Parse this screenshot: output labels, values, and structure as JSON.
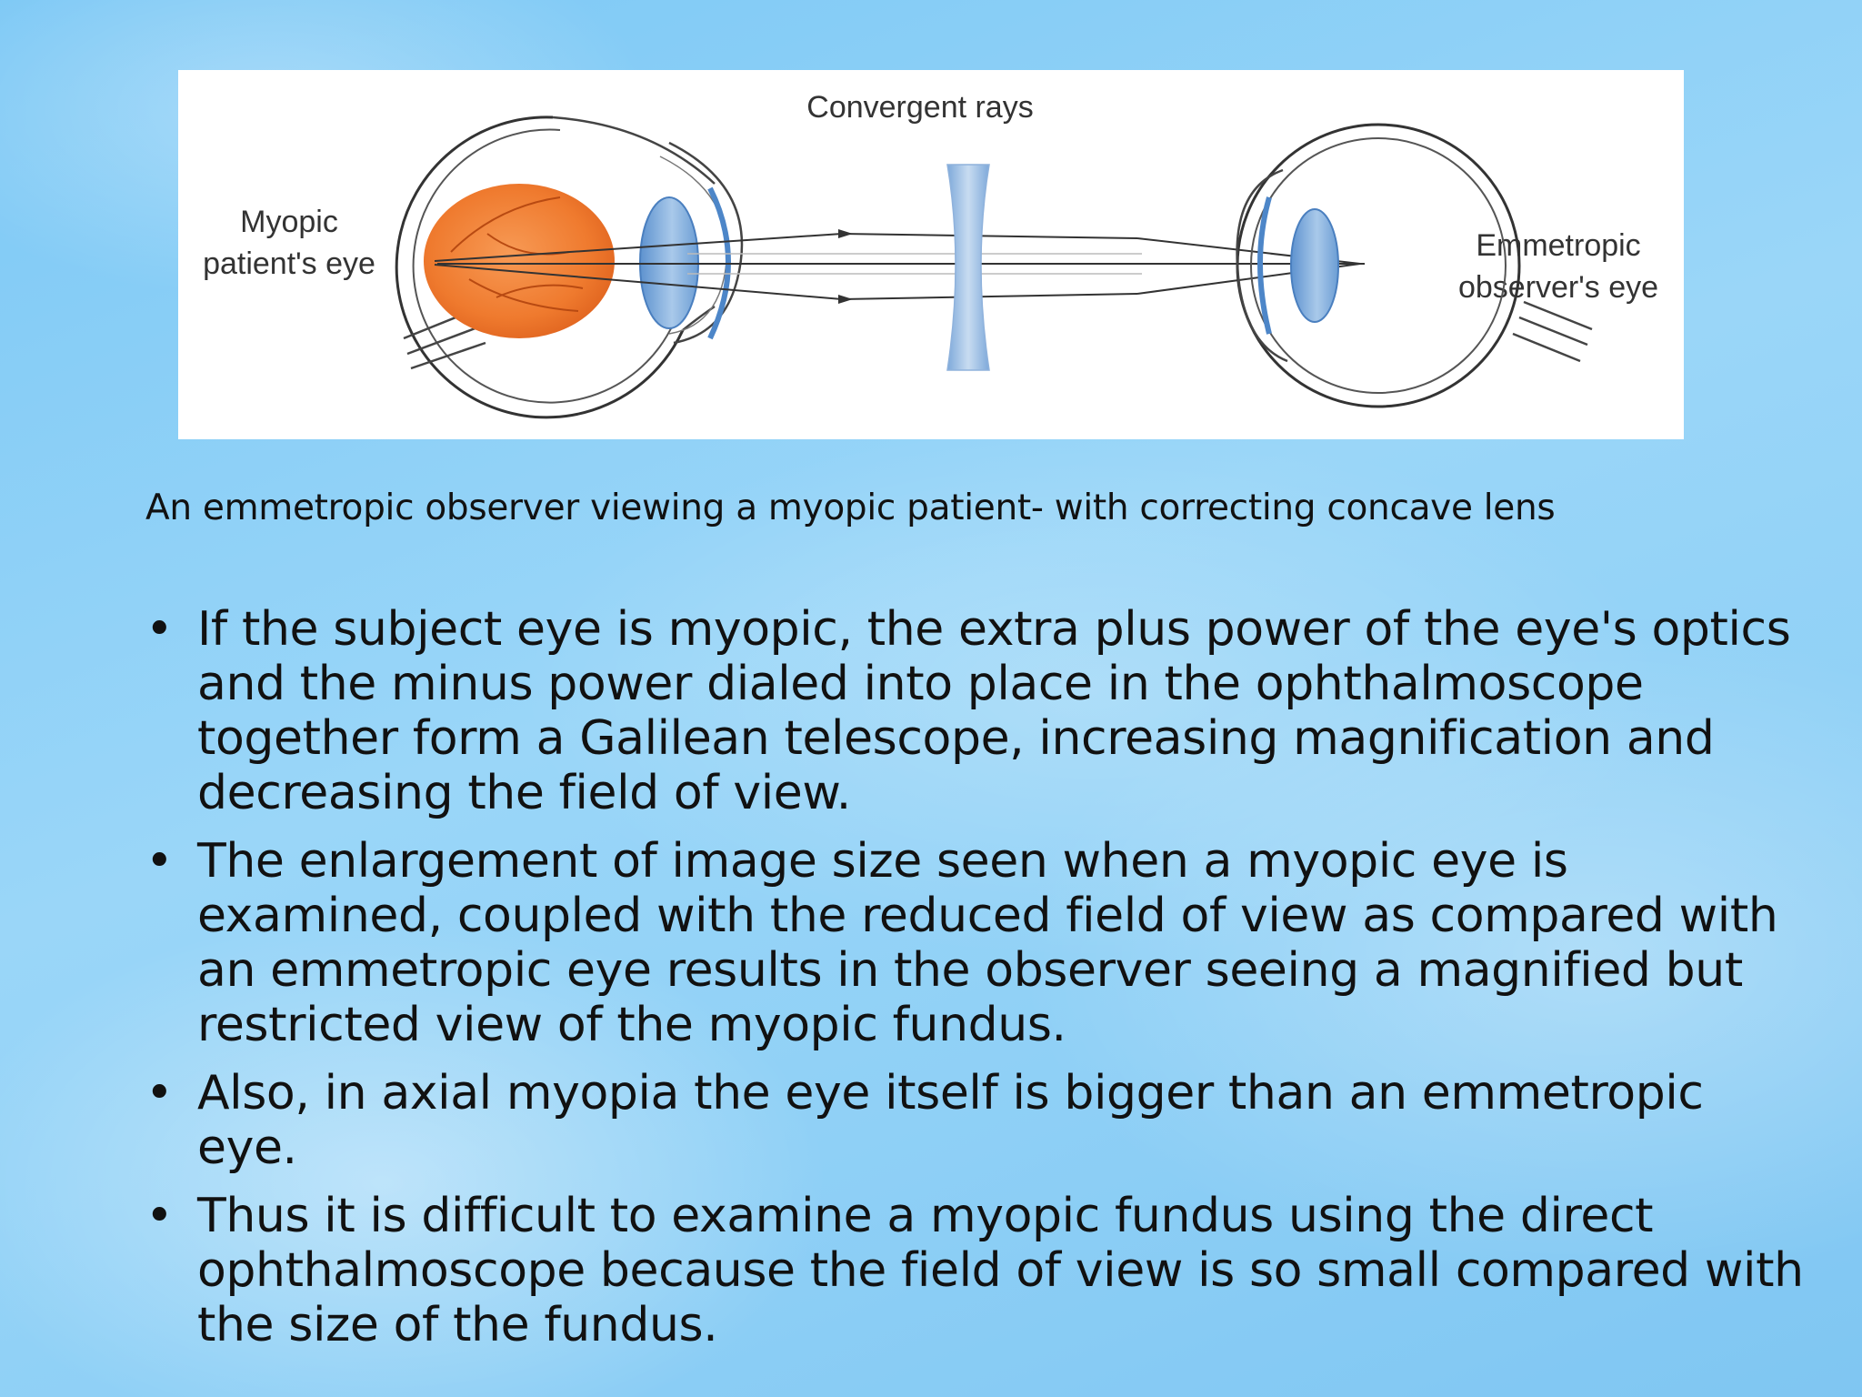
{
  "figure": {
    "top_label": "Convergent rays",
    "left_label_line1": "Myopic",
    "left_label_line2": "patient's eye",
    "right_label_line1": "Emmetropic",
    "right_label_line2": "observer's eye"
  },
  "caption": "An emmetropic observer viewing a myopic patient- with correcting concave lens",
  "bullet_glyph": "•",
  "bullets": [
    "If the subject eye is myopic, the extra plus power of the eye's optics and the minus power dialed into place in the ophthalmoscope together form a Galilean telescope, increasing magnification and decreasing the field of view.",
    "The enlargement of image size seen when a myopic eye is examined, coupled with the reduced field of view as compared with an emmetropic eye results in the observer seeing a magnified but restricted view of the myopic fundus.",
    "Also, in axial myopia the eye itself is bigger than an emmetropic eye.",
    "Thus it is difficult to examine a myopic fundus using the direct ophthalmoscope because the field of view is so small compared with the size of the fundus."
  ]
}
